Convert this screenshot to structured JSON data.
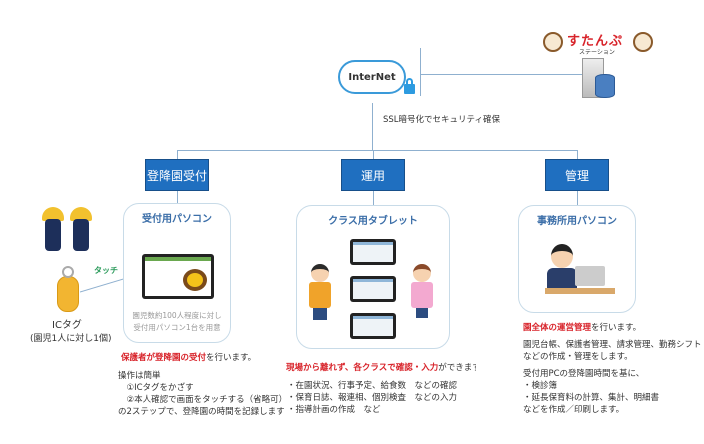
{
  "logo": {
    "text": "すたんぷ",
    "subtitle": "ステーション"
  },
  "internet": {
    "label": "InterNet"
  },
  "ssl_note": "SSL暗号化でセキュリティ確保",
  "categories": [
    "登降園受付",
    "運用",
    "管理"
  ],
  "left_side": {
    "touch_label": "タッチ",
    "ic_tag_label": "ICタグ",
    "ic_tag_note": "(園児1人に対し1個)"
  },
  "panels": [
    {
      "title": "受付用パソコン",
      "note": [
        "園児数約100人程度に対し",
        "受付用パソコン1台を用意"
      ]
    },
    {
      "title": "クラス用タブレット"
    },
    {
      "title": "事務所用パソコン"
    }
  ],
  "reception": {
    "headline_red": "保護者が登降園の受付",
    "headline_rest": "を行います。",
    "lines": [
      "操作は簡単",
      "　①ICタグをかざす",
      "　②本人確認で画面をタッチする（省略可）",
      "の2ステップで、登降園の時間を記録します"
    ]
  },
  "operation": {
    "headline_red": "現場から離れず、各クラスで確認・入力",
    "headline_rest": "ができます",
    "lines": [
      "・在園状況、行事予定、給食数　などの確認",
      "・保育日誌、報連相、個別検査　などの入力",
      "・指導計画の作成　など"
    ]
  },
  "management": {
    "headline_red": "園全体の運営管理",
    "headline_rest": "を行います。",
    "lines1": [
      "園児台帳、保護者管理、請求管理、勤務シフト",
      "などの作成・管理をします。"
    ],
    "lines2": [
      "受付用PCの登降園時間を基に、",
      "・検診簿",
      "・延長保育料の計算、集計、明細書",
      "などを作成／印刷します。"
    ]
  },
  "colors": {
    "category_bg": "#1f6fc0",
    "highlight": "#d8232a",
    "panel_title": "#3b6ea8",
    "connector": "#8fb0cf"
  }
}
